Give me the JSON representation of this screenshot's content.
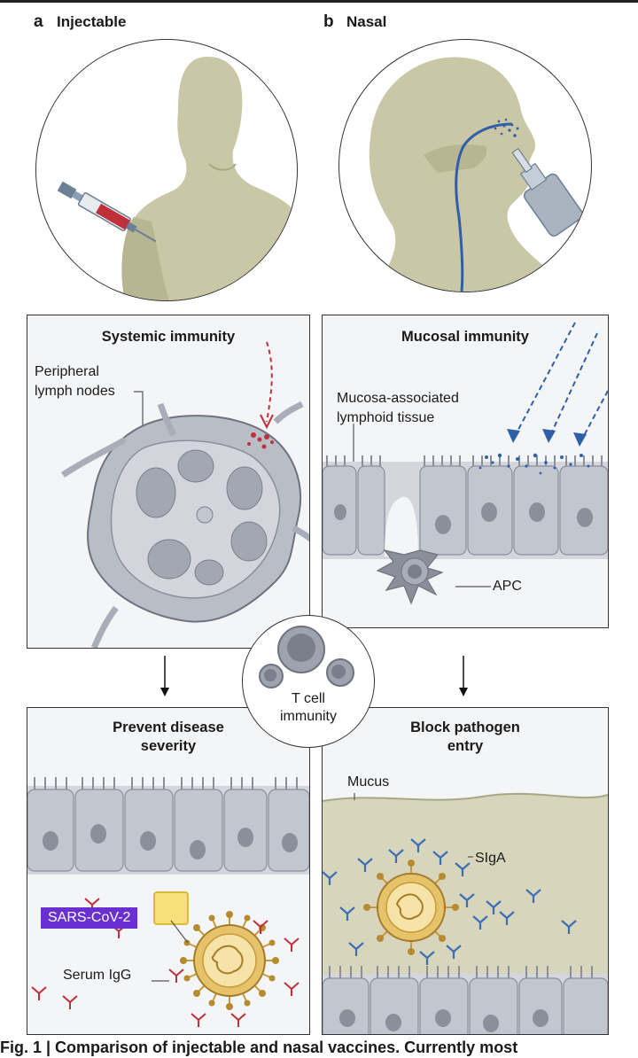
{
  "panel_a": {
    "letter": "a",
    "title": "Injectable"
  },
  "panel_b": {
    "letter": "b",
    "title": "Nasal"
  },
  "systemic": {
    "title": "Systemic immunity",
    "lymph_label_1": "Peripheral",
    "lymph_label_2": "lymph nodes"
  },
  "mucosal": {
    "title": "Mucosal immunity",
    "malt_label_1": "Mucosa-associated",
    "malt_label_2": "lymphoid tissue",
    "apc_label": "APC"
  },
  "tcell": {
    "label_1": "T cell",
    "label_2": "immunity"
  },
  "prevent": {
    "title_1": "Prevent disease",
    "title_2": "severity",
    "sars_label": "SARS-CoV-2",
    "igg_label": "Serum IgG"
  },
  "block": {
    "title_1": "Block pathogen",
    "title_2": "entry",
    "mucus_label": "Mucus",
    "siga_label": "SIgA"
  },
  "caption": {
    "text": "Fig. 1 | Comparison of injectable and nasal vaccines. Currently most"
  },
  "colors": {
    "tissue": "#c9c7a5",
    "vessel": "#2f5fa8",
    "red": "#c0303a",
    "virus": "#c89a3a",
    "antibody_blue": "#3d6fb5",
    "antibody_red": "#c0303a",
    "purple": "#6a2fd0"
  }
}
